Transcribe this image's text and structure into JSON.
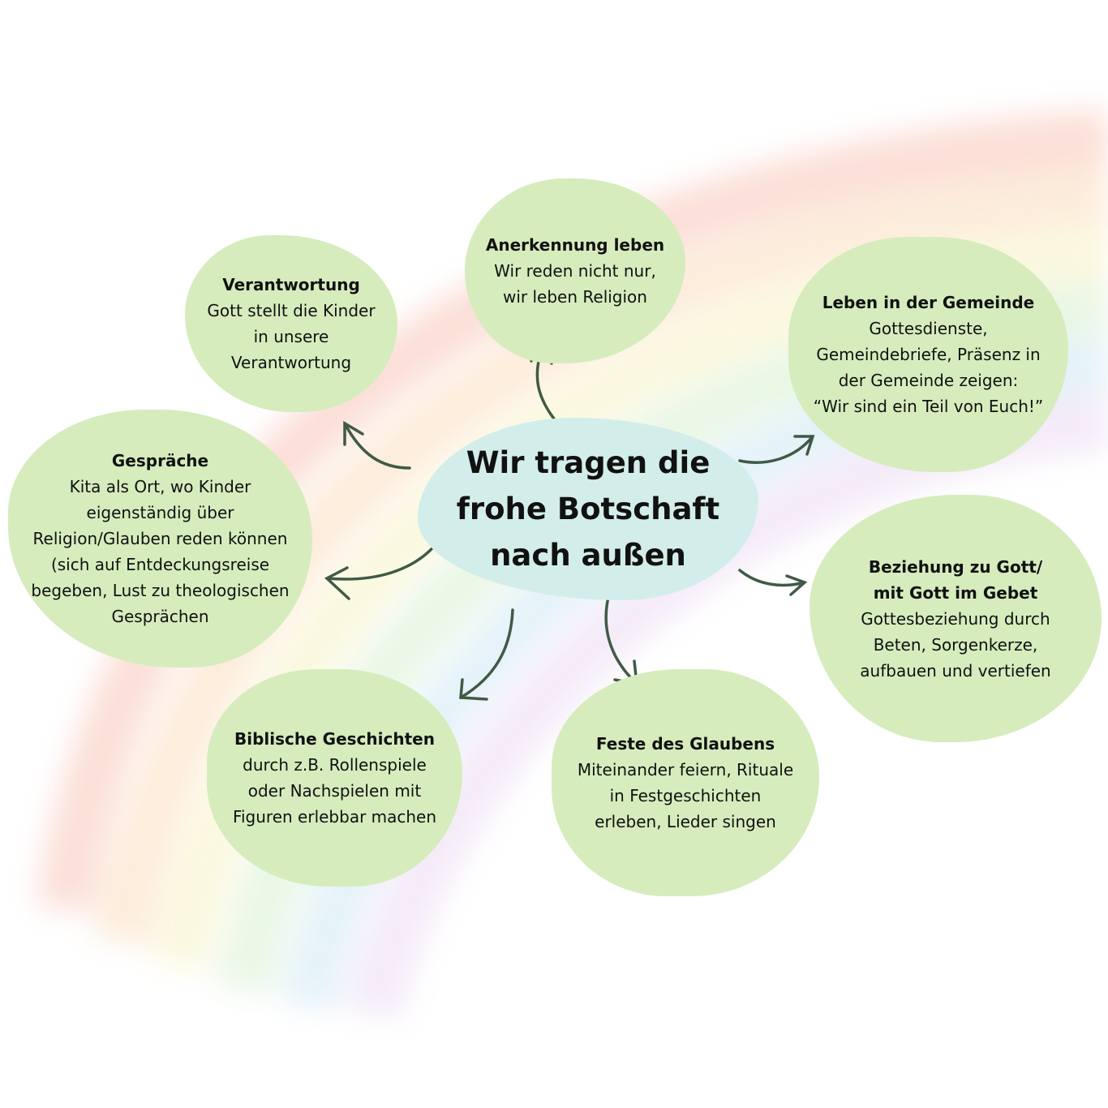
{
  "colors": {
    "node_fill": "#d6ecbd",
    "center_fill": "#d3eeea",
    "arrow": "#3f5a45"
  },
  "center": {
    "title": "Wir tragen die\nfrohe Botschaft\nnach außen"
  },
  "nodes": [
    {
      "title": "Verantwortung",
      "text": "Gott stellt die Kinder\nin unsere\nVerantwortung"
    },
    {
      "title": "Anerkennung leben",
      "text": "Wir reden nicht nur,\nwir leben Religion"
    },
    {
      "title": "Leben in der Gemeinde",
      "text": "Gottesdienste,\nGemeindebriefe, Präsenz in\nder Gemeinde zeigen:\n“Wir sind ein Teil von Euch!”"
    },
    {
      "title": "Gespräche",
      "text": "Kita als Ort, wo Kinder\neigenständig über\nReligion/Glauben reden können\n(sich auf Entdeckungsreise\nbegeben, Lust zu theologischen\nGesprächen"
    },
    {
      "title": "Beziehung zu Gott/\nmit Gott im Gebet",
      "text": "Gottesbeziehung durch\nBeten, Sorgenkerze,\naufbauen und vertiefen"
    },
    {
      "title": "Biblische Geschichten",
      "text": "durch z.B. Rollenspiele\noder Nachspielen mit\nFiguren erlebbar machen"
    },
    {
      "title": "Feste des Glaubens",
      "text": "Miteinander feiern, Rituale\nin Festgeschichten\nerleben, Lieder singen"
    }
  ]
}
